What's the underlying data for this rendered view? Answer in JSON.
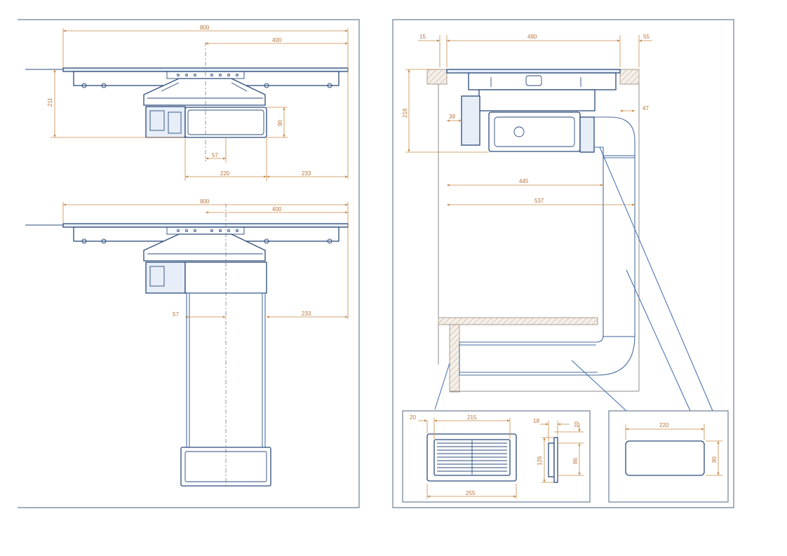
{
  "dimensions": {
    "top_view": {
      "width": "800",
      "half": "400",
      "height": "211",
      "duct_h": "90",
      "offset": "57",
      "duct_w": "220",
      "side": "233"
    },
    "bottom_view": {
      "width": "800",
      "half": "400",
      "offset": "57",
      "side": "233"
    },
    "side_view": {
      "left": "15",
      "width": "490",
      "right": "55",
      "height": "218",
      "motor": "39",
      "gap": "47",
      "depth1": "445",
      "depth2": "537"
    },
    "grille_detail": {
      "margin": "20",
      "width": "215",
      "frame_d": "18",
      "frame_m": "20",
      "height": "126",
      "inner_h": "86",
      "total_w": "255"
    },
    "duct_detail": {
      "width": "220",
      "height": "90"
    }
  },
  "colors": {
    "line": "#2b4a7a",
    "dimension": "#c98a4a",
    "frame": "#6c7f95"
  }
}
